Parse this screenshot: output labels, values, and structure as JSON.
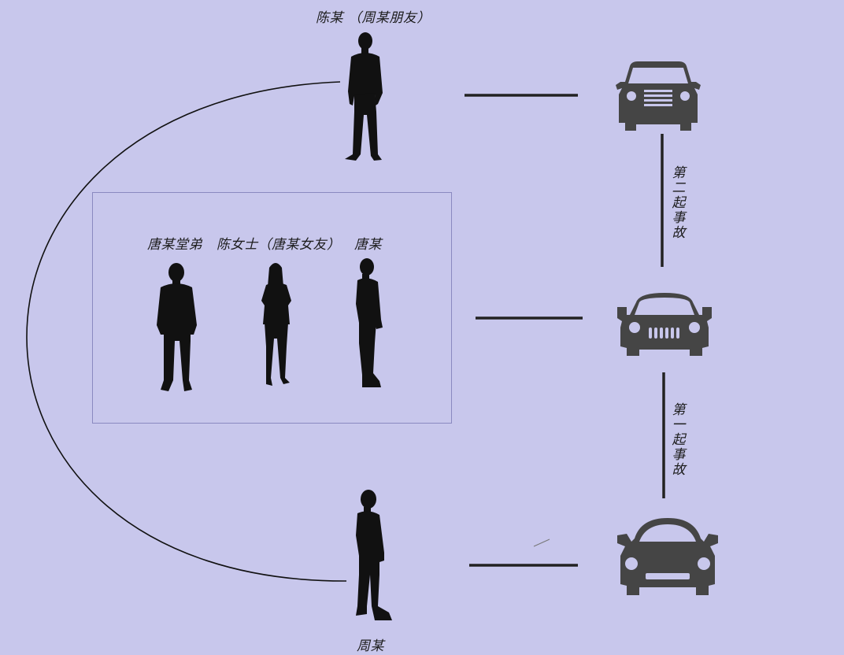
{
  "people": {
    "chen": "陈某 （周某朋友）",
    "tang_cousin": "唐某堂弟",
    "chen_ms": "陈女士（唐某女友）",
    "tang": "唐某",
    "zhou": "周某"
  },
  "accidents": {
    "second": "第二起事故",
    "first": "第一起事故"
  },
  "colors": {
    "background": "#c8c7ec",
    "silhouette": "#111111",
    "vehicle": "#454545",
    "box_border": "#8a89c0"
  },
  "icons": [
    "person-silhouette-icon",
    "suv-icon",
    "jeep-icon",
    "sedan-icon"
  ]
}
